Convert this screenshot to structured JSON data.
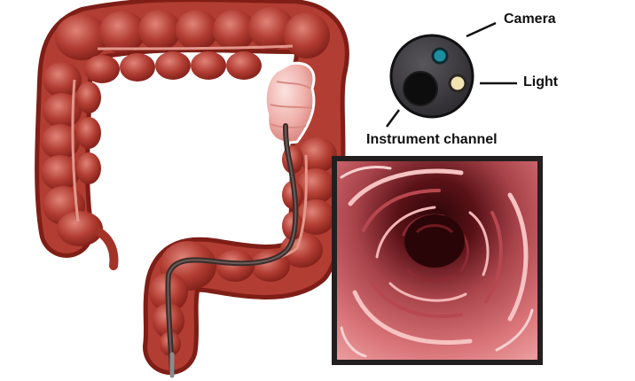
{
  "labels": {
    "camera": "Camera",
    "light": "Light",
    "instrument_channel": "Instrument channel"
  },
  "colors": {
    "colon_dark": "#7e1e17",
    "colon_main": "#b23d33",
    "colon_light": "#d9756a",
    "highlight_segment": "#f2b6b3",
    "scope_tube": "#4a3b38",
    "scope_tip": "#3d3b3f",
    "camera_lens": "#1b8ea0",
    "light_lens": "#f1e4b2",
    "channel": "#0d0d0d",
    "view_frame": "#231f20",
    "lumen_wall": "#dc787b",
    "lumen_center": "#3a0a0d"
  },
  "icons": [
    "colon-illustration",
    "endoscope-tip-icon",
    "endoscopic-view-image"
  ]
}
